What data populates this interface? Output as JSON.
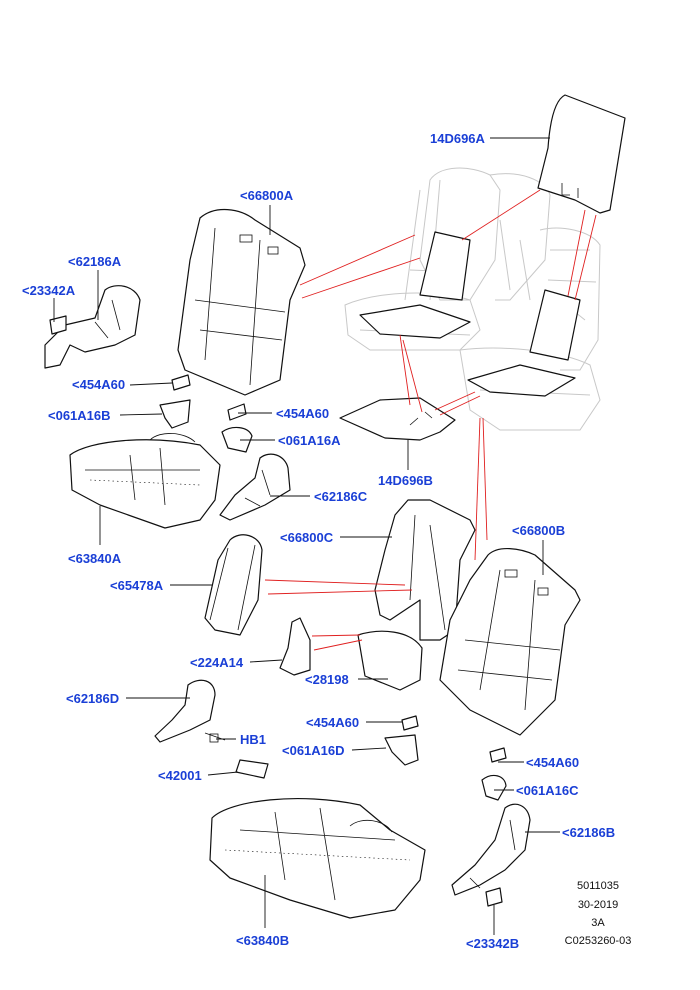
{
  "callouts": {
    "c14D696A": "14D696A",
    "c66800A": "<66800A",
    "c62186A": "<62186A",
    "c23342A": "<23342A",
    "c454A60_a": "<454A60",
    "c454A60_b": "<454A60",
    "c061A16B": "<061A16B",
    "c061A16A": "<061A16A",
    "c14D696B": "14D696B",
    "c62186C": "<62186C",
    "c63840A": "<63840A",
    "c66800C": "<66800C",
    "c66800B": "<66800B",
    "c65478A": "<65478A",
    "c224A14": "<224A14",
    "c28198": "<28198",
    "c62186D": "<62186D",
    "cHB1": "HB1",
    "c454A60_c": "<454A60",
    "c061A16D": "<061A16D",
    "c42001": "<42001",
    "c454A60_d": "<454A60",
    "c061A16C": "<061A16C",
    "c62186B": "<62186B",
    "c63840B": "<63840B",
    "c23342B": "<23342B"
  },
  "meta": {
    "line1": "5011035",
    "line2": "30-2019",
    "line3": "3A",
    "line4": "C0253260-03"
  },
  "colors": {
    "callout": "#1a3fd6",
    "leader_red": "#e02020",
    "line": "#111111",
    "ghost": "#c8c8c8"
  }
}
